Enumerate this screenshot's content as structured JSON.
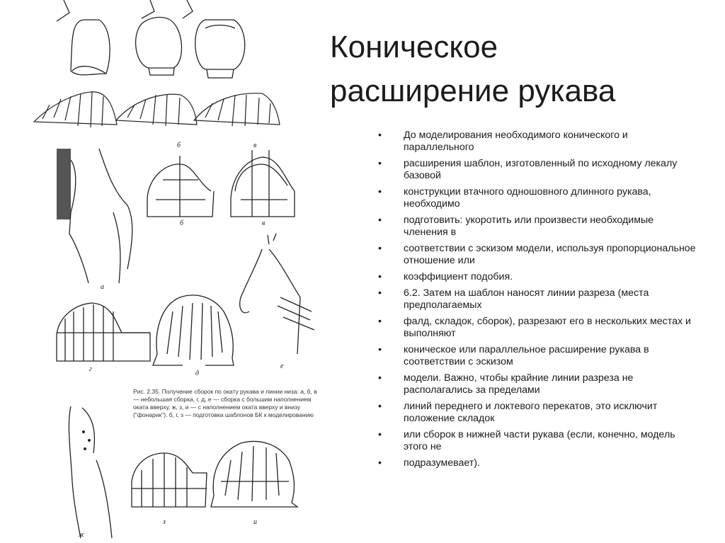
{
  "slide": {
    "title_line1": "Коническое",
    "title_line2": "расширение рукава",
    "bullet_marker": "•",
    "bullets": [
      "До моделирования необходимого конического и параллельного",
      "расширения шаблон, изготовленный по исходному лекалу базовой",
      "конструкции втачного одношовного длинного рукава, необходимо",
      "подготовить: укоротить или произвести необходимые членения в",
      "соответствии с эскизом модели, используя пропорциональное отношение или",
      "коэффициент подобия.",
      "6.2. Затем на шаблон наносят линии разреза (места предполагаемых",
      "фалд, складок, сборок), разрезают его в нескольких местах и выполняют",
      "коническое или параллельное расширение рукава в соответствии с эскизом",
      "модели. Важно, чтобы крайние линии разреза не располагались за пределами",
      "линий переднего и локтевого перекатов, это исключит положение складок",
      "или сборок в нижней части рукава (если, конечно, модель этого не",
      "подразумевает)."
    ]
  },
  "figure": {
    "caption": "Рис. 2.35. Получение сборок по окату рукава и линии низа: а, б, в — небольшая сборка, г, д, е — сборка с большим наполнением оката вверху, ж, з, и — с наполнением оката вверху и внизу (\"фонарик\"). б, г, з — подготовка шаблонов БК к моделированию",
    "labels": {
      "a": "а",
      "b": "б",
      "v": "в",
      "g": "г",
      "d": "д",
      "e": "е",
      "zh": "ж",
      "z": "з",
      "i": "и"
    }
  }
}
